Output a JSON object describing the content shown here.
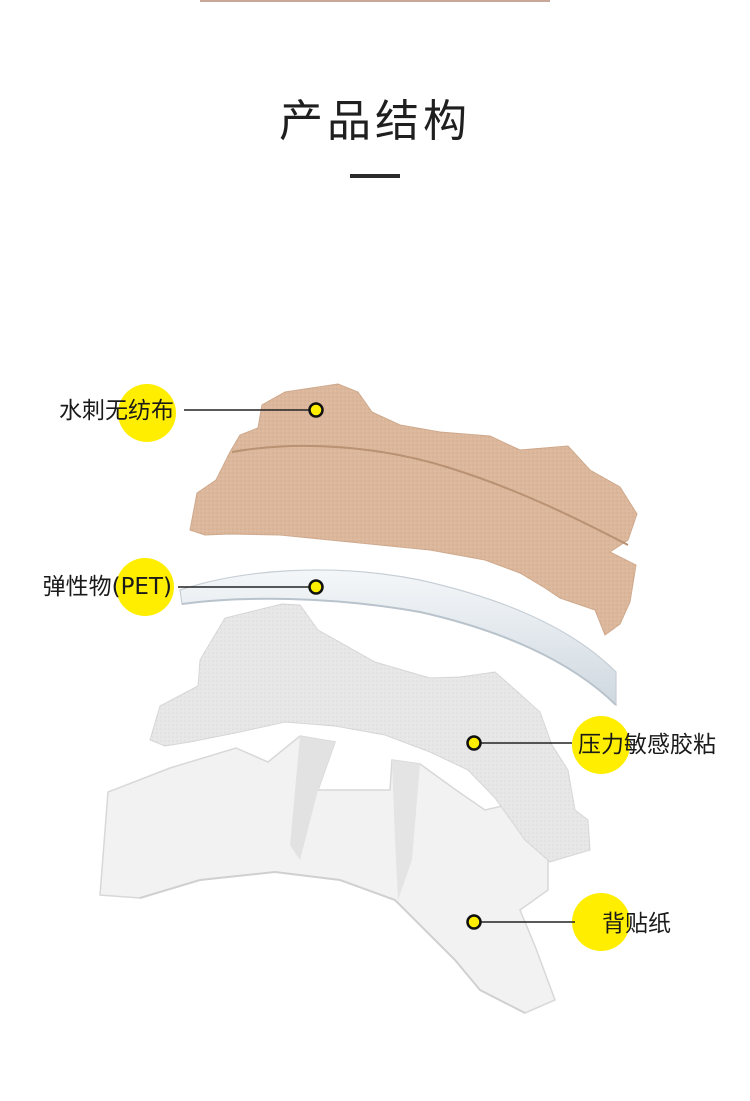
{
  "page": {
    "title": "产品结构"
  },
  "colors": {
    "highlight": "#ffee00",
    "nonwoven": "#dcb79b",
    "pet": "#e4e9ee",
    "adhesive": "#e6e6e6",
    "backing": "#f1f1f1",
    "line": "#222222"
  },
  "layers": [
    {
      "id": "nonwoven",
      "label": "水刺无纺布",
      "icon": "yellow-dot-marker"
    },
    {
      "id": "pet",
      "label": "弹性物(PET)",
      "icon": "yellow-dot-marker"
    },
    {
      "id": "adhesive",
      "label": "压力敏感胶粘",
      "icon": "yellow-dot-marker"
    },
    {
      "id": "backing",
      "label": "背贴纸",
      "icon": "yellow-dot-marker"
    }
  ]
}
